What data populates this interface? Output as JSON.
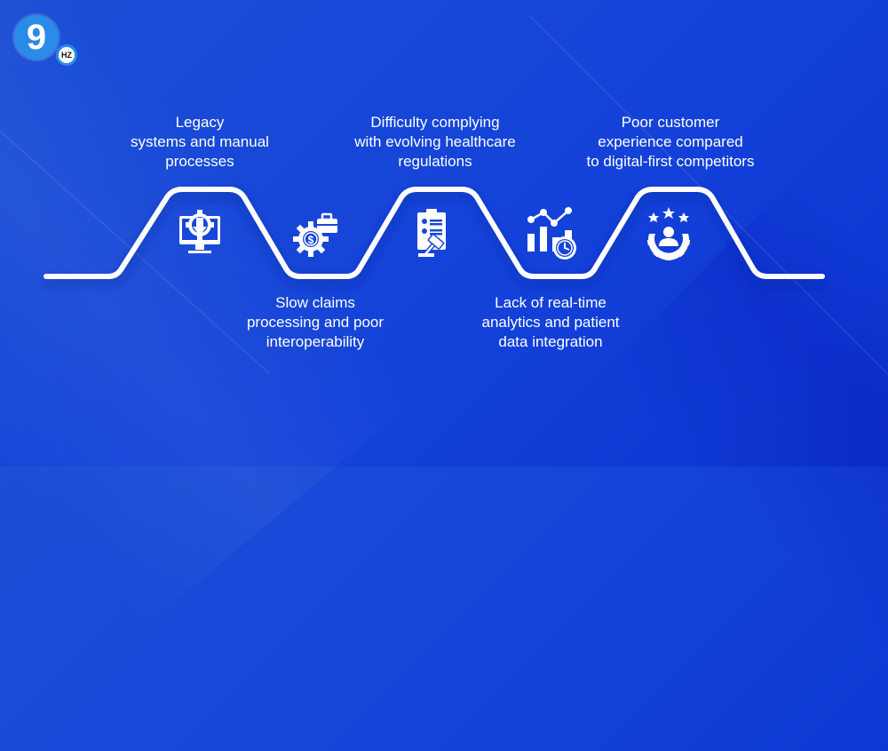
{
  "logo": {
    "main": "9",
    "badge": "HZ"
  },
  "colors": {
    "background": "#1747d8",
    "line": "#ffffff",
    "logo_blue": "#2a8be8"
  },
  "steps": [
    {
      "position": "top",
      "icon": "monitor-gear-download-icon",
      "lines": [
        "Legacy",
        "systems and manual",
        "processes"
      ]
    },
    {
      "position": "bottom",
      "icon": "gear-dollar-briefcase-icon",
      "lines": [
        "Slow claims",
        "processing and poor",
        "interoperability"
      ]
    },
    {
      "position": "top",
      "icon": "clipboard-gavel-icon",
      "lines": [
        "Difficulty complying",
        "with evolving healthcare",
        "regulations"
      ]
    },
    {
      "position": "bottom",
      "icon": "chart-clock-icon",
      "lines": [
        "Lack of real-time",
        "analytics and patient",
        "data integration"
      ]
    },
    {
      "position": "top",
      "icon": "gear-user-stars-icon",
      "lines": [
        "Poor customer",
        "experience compared",
        "to digital-first competitors"
      ]
    }
  ]
}
